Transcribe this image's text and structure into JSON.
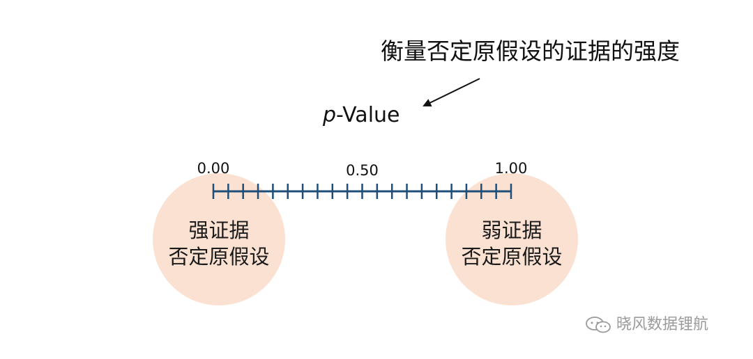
{
  "headline": "衡量否定原假设的证据的强度",
  "p_value_label": {
    "italic_part": "p",
    "rest": "-Value"
  },
  "scale": {
    "labels": [
      {
        "value": 0.0,
        "text": "0.00"
      },
      {
        "value": 0.5,
        "text": "0.50"
      },
      {
        "value": 1.0,
        "text": "1.00"
      }
    ],
    "min": 0.0,
    "max": 1.0,
    "tick_interval": 0.05,
    "color": "#1f4e79"
  },
  "left_circle": {
    "line1": "强证据",
    "line2": "否定原假设",
    "color": "#fbe1d2"
  },
  "right_circle": {
    "line1": "弱证据",
    "line2": "否定原假设",
    "color": "#fbe1d2"
  },
  "watermark": {
    "text": "晓风数据锂航",
    "icon": "wechat-icon"
  }
}
